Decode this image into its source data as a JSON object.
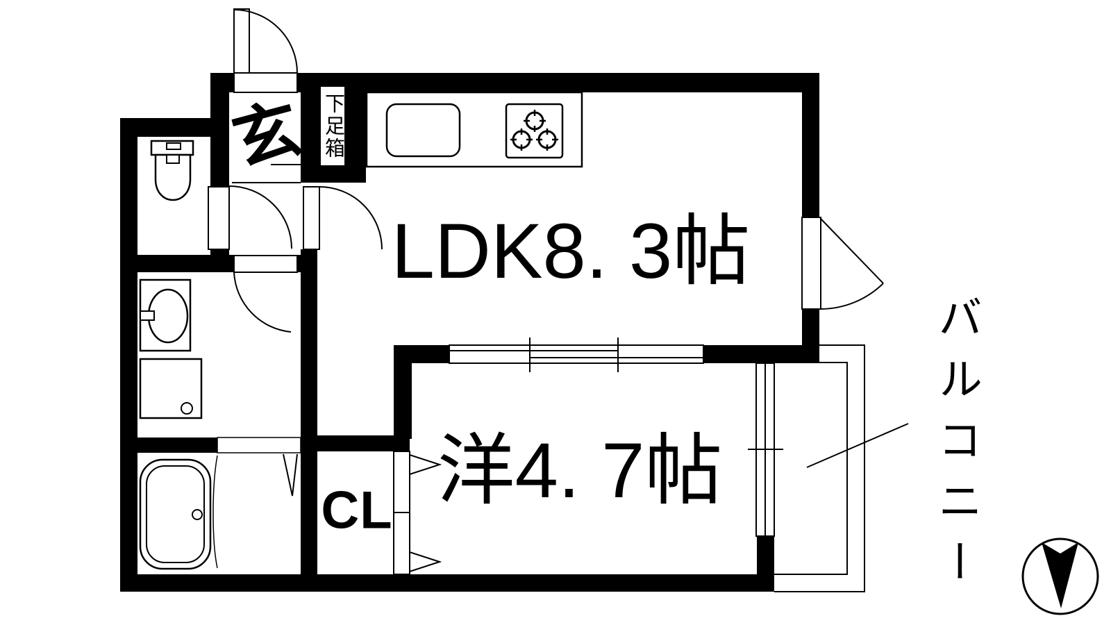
{
  "colors": {
    "ink": "#000000",
    "paper": "#ffffff"
  },
  "labels": {
    "entrance": "玄",
    "shoe_box": "下足箱",
    "ldk": "LDK8. 3帖",
    "western_room": "洋4. 7帖",
    "closet": "CL",
    "balcony": "バルコニー"
  },
  "rooms": [
    {
      "label": "LDK8. 3帖",
      "area_tatami": "8.3"
    },
    {
      "label": "洋4. 7帖",
      "area_tatami": "4.7"
    },
    {
      "label": "玄"
    },
    {
      "label": "CL"
    },
    {
      "label": "下足箱"
    },
    {
      "label": "バルコニー"
    }
  ],
  "icons": {
    "compass": "north-arrow-icon",
    "fixtures": [
      "kitchen-sink-icon",
      "gas-stove-icon",
      "toilet-icon",
      "vanity-sink-icon",
      "washing-machine-pan-icon",
      "bathtub-icon"
    ],
    "doors": [
      "entrance-door-icon",
      "toilet-door-icon",
      "washroom-door-icon",
      "hall-ldk-door-icon",
      "balcony-side-door-icon",
      "sliding-door-icon",
      "closet-folding-door-icon",
      "bathroom-folding-door-icon"
    ],
    "window": "sliding-window-icon",
    "railing": "balcony-railing-icon"
  }
}
